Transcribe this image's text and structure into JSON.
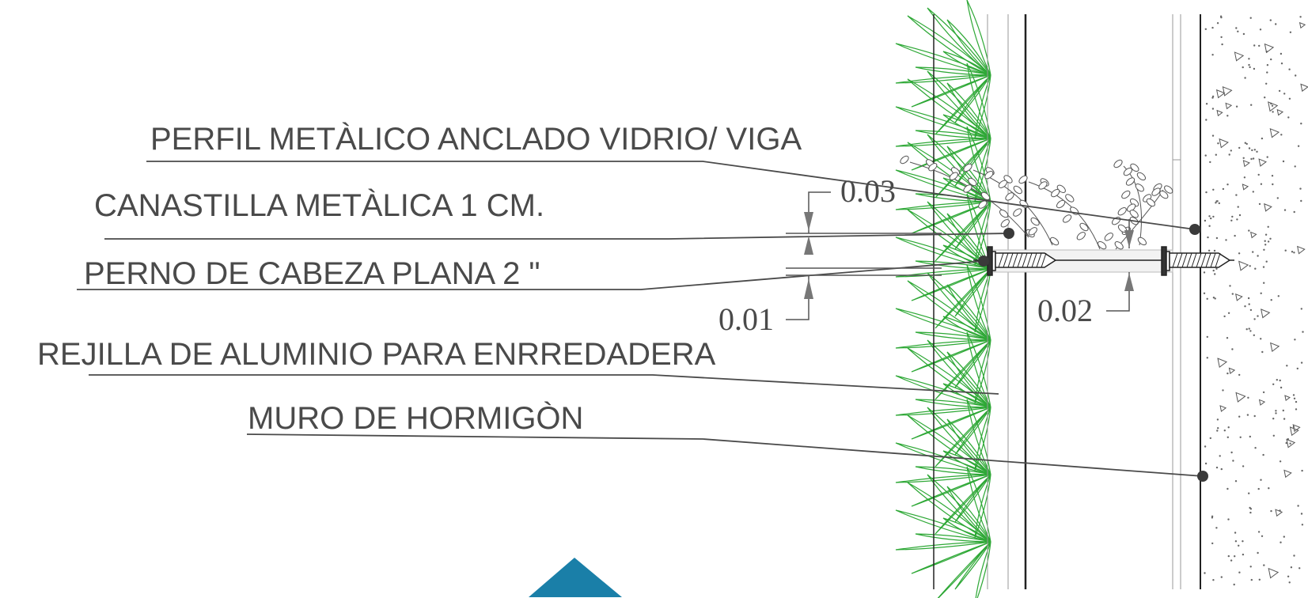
{
  "labels": {
    "perfil": "PERFIL METÀLICO ANCLADO VIDRIO/ VIGA",
    "canastilla": "CANASTILLA METÀLICA 1 CM.",
    "perno": "PERNO DE CABEZA PLANA 2 \"",
    "rejilla": "REJILLA DE ALUMINIO PARA ENRREDADERA",
    "muro": "MURO DE HORMIGÒN"
  },
  "dimensions": {
    "d1": "0.03",
    "d2": "0.01",
    "d3": "0.02"
  },
  "colors": {
    "line": "#4a4a4a",
    "plant": "#2ea836",
    "nav_marker": "#1a7fa8",
    "concrete_dots": "#555555"
  },
  "icons": {
    "nav_marker": "triangle-up-icon"
  }
}
